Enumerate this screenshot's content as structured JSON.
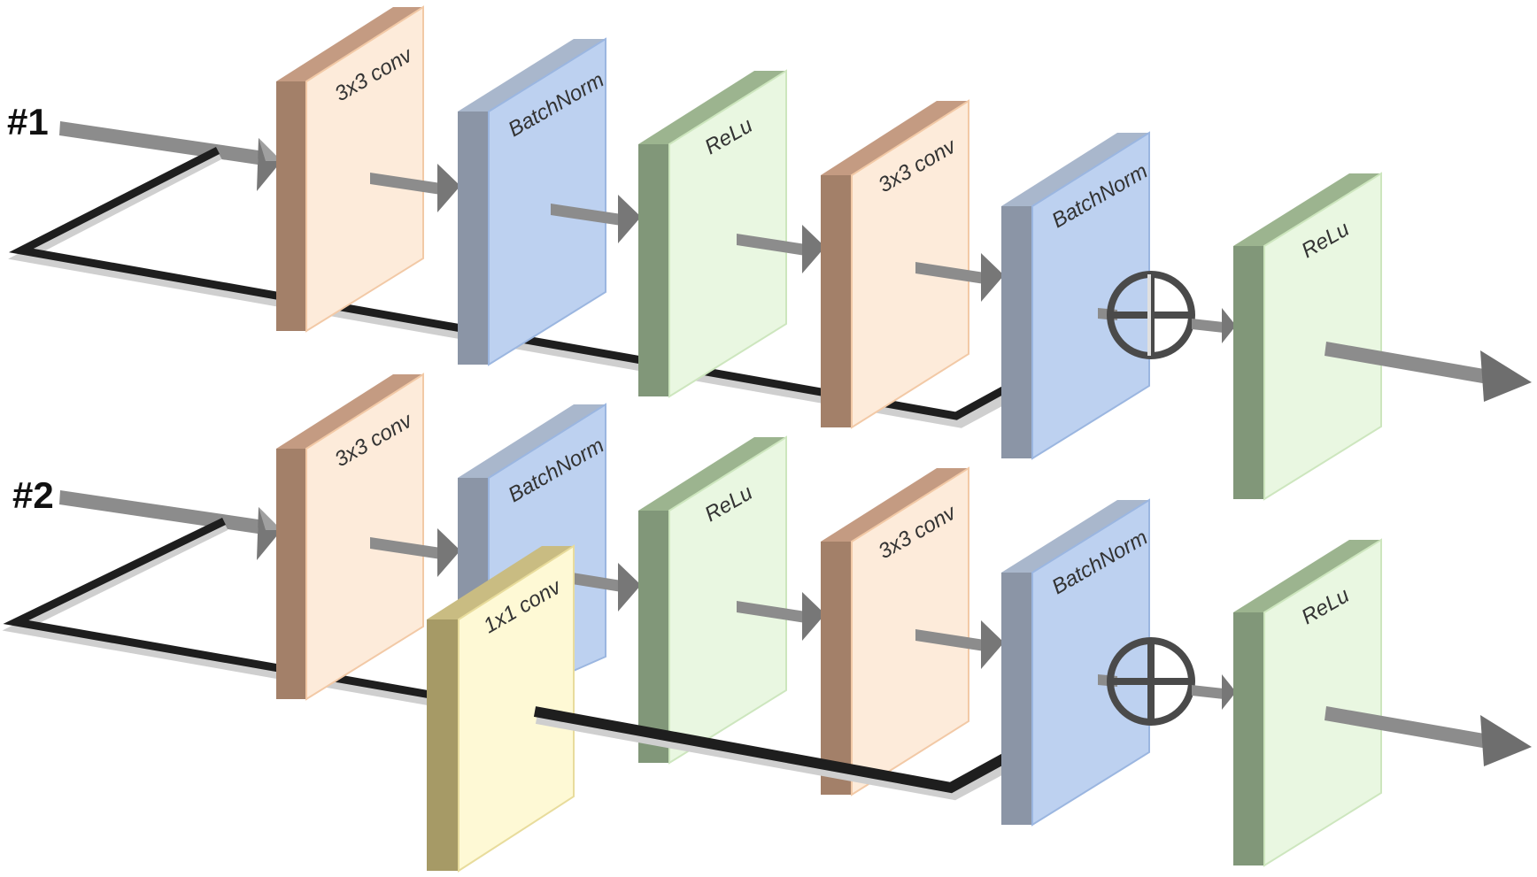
{
  "colors": {
    "conv3x3": {
      "front": "#FDEBDA",
      "side": "#A38069",
      "top": "#C49B82",
      "edge": "#F2C9A6"
    },
    "batchnorm": {
      "front": "#BDD1F0",
      "side": "#8B95A6",
      "top": "#A9B7CC",
      "edge": "#9BB6E0"
    },
    "relu": {
      "front": "#E9F7E1",
      "side": "#819779",
      "top": "#9CB48F",
      "edge": "#CDE6BE"
    },
    "conv1x1": {
      "front": "#FEF9D5",
      "side": "#A69A66",
      "top": "#C9BC82",
      "edge": "#E8DC9C"
    },
    "arrow": "#8C8C8C",
    "skip_dark": "#1E1E1E",
    "skip_light": "#CFCFCF",
    "sum_node": "#4A4A4A"
  },
  "blocks": {
    "conv3x3_label": "3x3 conv",
    "batchnorm_label": "BatchNorm",
    "relu_label": "ReLu",
    "conv1x1_label": "1x1 conv"
  },
  "rows": [
    {
      "label": "#1",
      "shortcut": "identity"
    },
    {
      "label": "#2",
      "shortcut": "1x1 conv"
    }
  ],
  "icons": {
    "sum_node": "circled-plus-icon"
  }
}
